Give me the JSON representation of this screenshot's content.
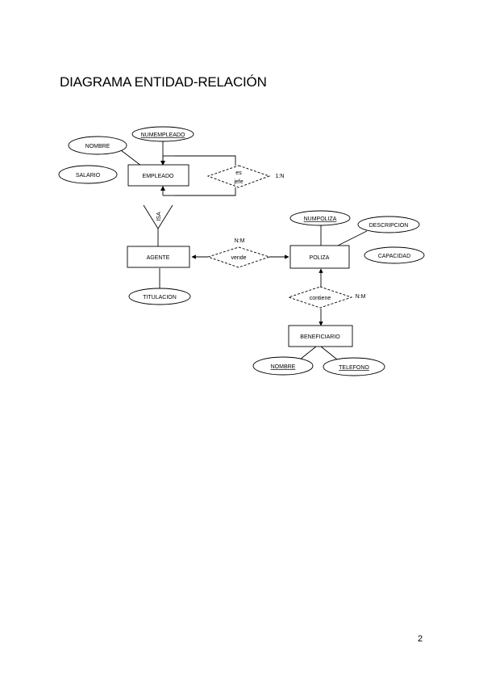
{
  "page": {
    "title": "DIAGRAMA ENTIDAD-RELACIÓN",
    "number": "2"
  },
  "entities": {
    "empleado": "EMPLEADO",
    "agente": "AGENTE",
    "poliza": "POLIZA",
    "beneficiario": "BENEFICIARIO"
  },
  "attributes": {
    "numempleado": "NUMEMPLEADO",
    "nombre_empleado": "NOMBRE",
    "salario": "SALARIO",
    "titulacion": "TITULACION",
    "numpoliza": "NUMPOLIZA",
    "descripcion": "DESCRIPCION",
    "capacidad": "CAPACIDAD",
    "nombre_beneficiario": "NOMBRE",
    "telefono": "TELEFONO"
  },
  "relationships": {
    "es_jefe_line1": "es",
    "es_jefe_line2": "jefe",
    "vende": "vende",
    "contiene": "contiene",
    "isa": "ISA"
  },
  "cardinalities": {
    "es_jefe": "1:N",
    "vende": "N:M",
    "contiene": "N:M"
  }
}
